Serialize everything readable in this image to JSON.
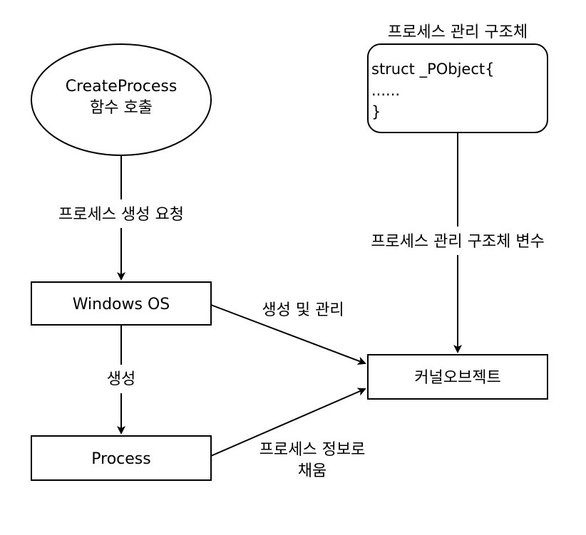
{
  "nodes": {
    "create_process": {
      "line1": "CreateProcess",
      "line2": "함수 호출"
    },
    "windows_os": {
      "label": "Windows OS"
    },
    "process": {
      "label": "Process"
    },
    "kernel_object": {
      "label": "커널오브젝트"
    },
    "struct_title": {
      "label": "프로세스 관리 구조체"
    },
    "struct_box": {
      "line1": "struct _PObject{",
      "line2": "......",
      "line3": "}"
    }
  },
  "edges": {
    "request": {
      "label": "프로세스 생성 요청"
    },
    "create": {
      "label": "생성"
    },
    "manage": {
      "label": "생성 및 관리"
    },
    "fill_line1": "프로세스 정보로",
    "fill_line2": "채움",
    "struct_var": {
      "label": "프로세스 관리 구조체 변수"
    }
  }
}
